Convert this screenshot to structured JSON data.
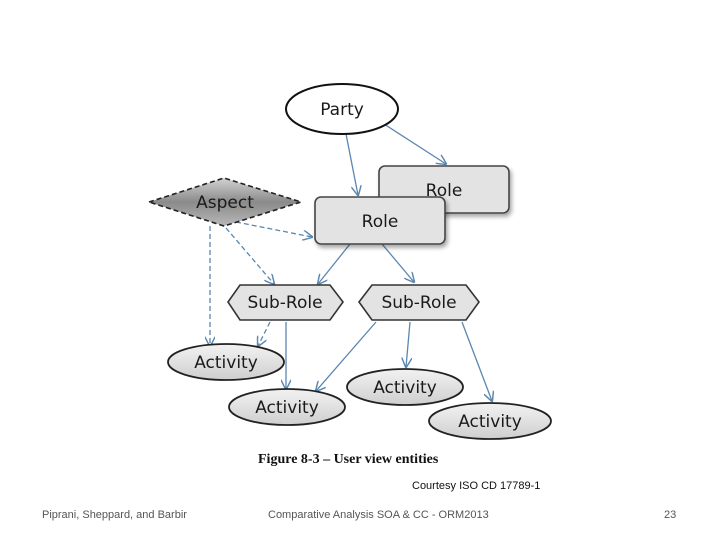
{
  "diagram": {
    "nodes": {
      "party": "Party",
      "role_back": "Role",
      "role_front": "Role",
      "aspect": "Aspect",
      "subrole_left": "Sub-Role",
      "subrole_right": "Sub-Role",
      "activity_1": "Activity",
      "activity_2": "Activity",
      "activity_3": "Activity",
      "activity_4": "Activity"
    },
    "caption": "Figure 8-3 – User view entities",
    "courtesy": "Courtesy ISO CD 17789-1"
  },
  "footer": {
    "authors": "Piprani, Sheppard, and Barbir",
    "title": "Comparative Analysis SOA & CC - ORM2013",
    "page_number": "23"
  },
  "colors": {
    "edge": "#5b86b0",
    "node_fill_grey": "#e3e3e3",
    "aspect_fill_dark": "#8a8a8a"
  }
}
